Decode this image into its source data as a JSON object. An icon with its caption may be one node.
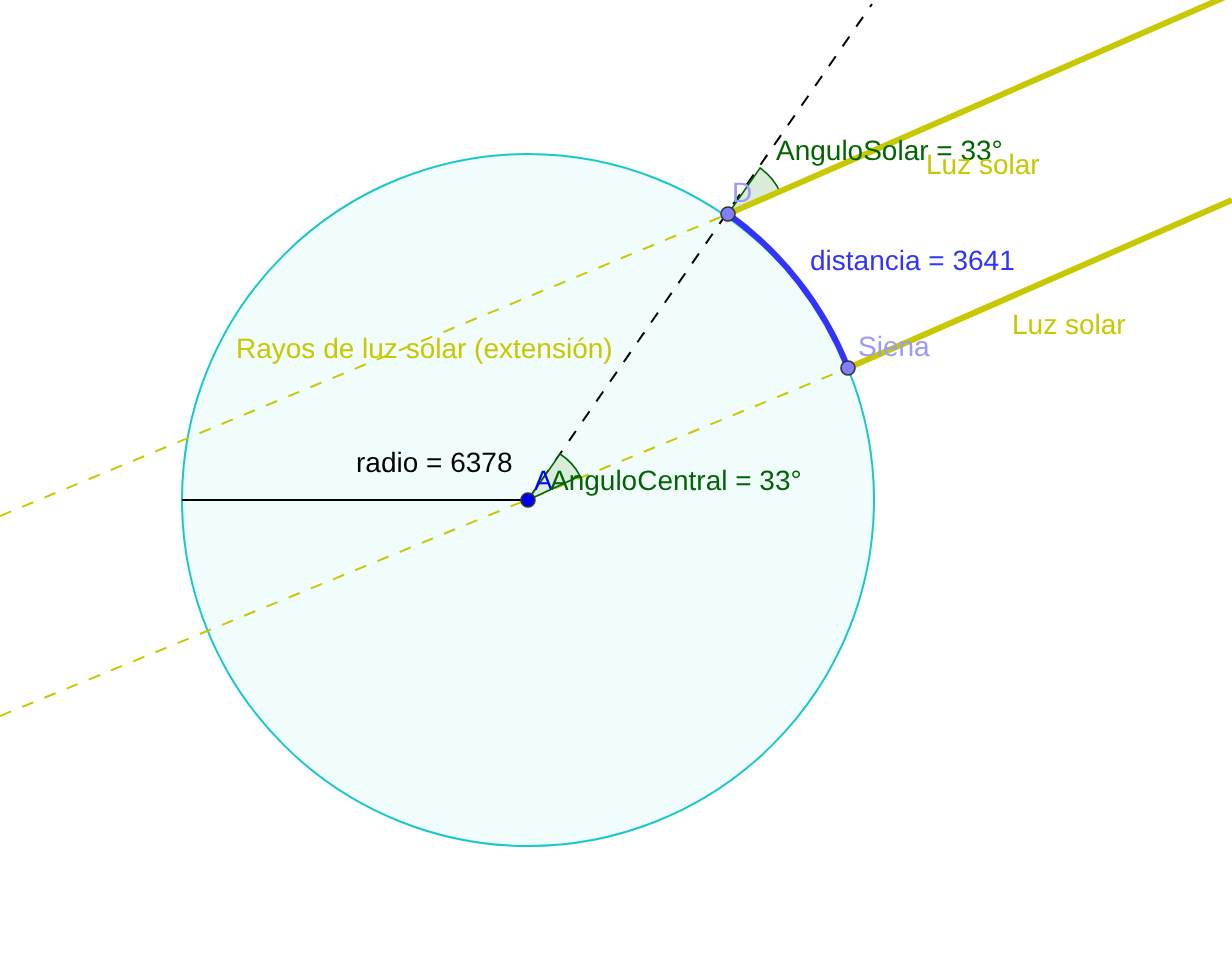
{
  "diagram": {
    "labels": [
      "AnguloSolar = 33°",
      "Luz solar",
      "D",
      "distancia = 3641",
      "Luz solar",
      "Siena",
      "Rayos de luz solar (extensión)",
      "radio = 6378",
      "A",
      "AnguloCentral = 33°"
    ]
  }
}
